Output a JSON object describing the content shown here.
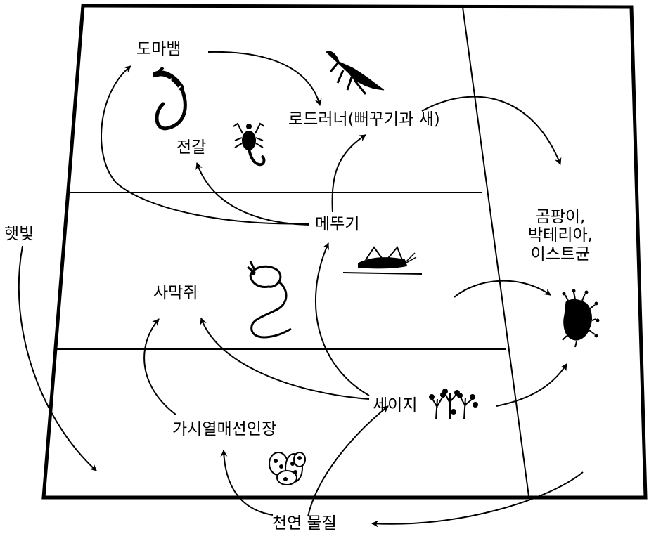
{
  "labels": {
    "sunlight": "햇빛",
    "kingsnake": "도마뱀",
    "roadrunner": "로드러너(뻐꾸기과 새)",
    "scorpion": "전갈",
    "grasshopper": "메뚜기",
    "kangaroo_rat": "사막쥐",
    "sage": "세이지",
    "cactus": "가시열매선인장",
    "nutrients": "천연 물질",
    "decomposers": [
      "곰팡이,",
      "박테리아,",
      "이스트균"
    ]
  },
  "colors": {
    "ink": "#000000",
    "background": "#ffffff"
  },
  "icons": [
    "snake-icon",
    "roadrunner-icon",
    "scorpion-icon",
    "kangaroo-rat-icon",
    "grasshopper-icon",
    "sage-bush-icon",
    "cactus-icon",
    "decomposer-icon"
  ]
}
